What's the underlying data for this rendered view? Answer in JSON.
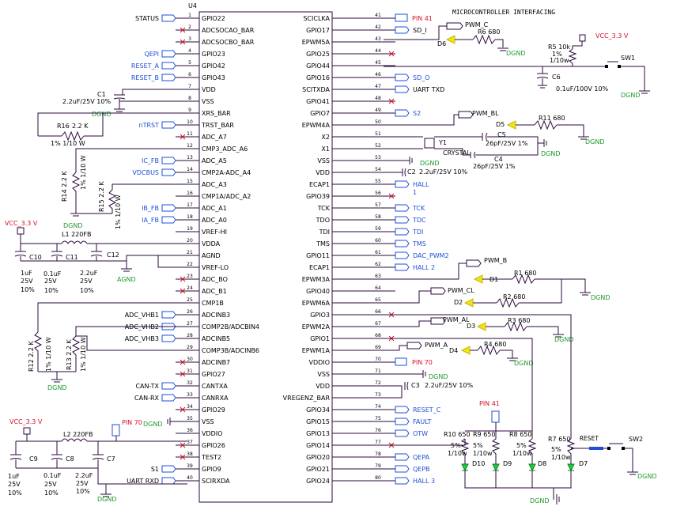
{
  "title": "MICROCONTROLLER INTERFACING",
  "chip_ref": "U4",
  "left_pins": [
    {
      "n": "1",
      "name": "GPIO22"
    },
    {
      "n": "2",
      "name": "ADCSOCAO_BAR"
    },
    {
      "n": "3",
      "name": "ADCSOCBO_BAR"
    },
    {
      "n": "4",
      "name": "GPIO23"
    },
    {
      "n": "5",
      "name": "GPIO42"
    },
    {
      "n": "6",
      "name": "GPIO43"
    },
    {
      "n": "7",
      "name": "VDD"
    },
    {
      "n": "8",
      "name": "VSS"
    },
    {
      "n": "9",
      "name": "XRS_BAR"
    },
    {
      "n": "10",
      "name": "TRST_BAR"
    },
    {
      "n": "11",
      "name": "ADC_A7"
    },
    {
      "n": "12",
      "name": "CMP3_ADC_A6"
    },
    {
      "n": "13",
      "name": "ADC_A5"
    },
    {
      "n": "14",
      "name": "CMP2A-ADC_A4"
    },
    {
      "n": "15",
      "name": "ADC_A3"
    },
    {
      "n": "16",
      "name": "CMP1A/ADC_A2"
    },
    {
      "n": "17",
      "name": "ADC_A1"
    },
    {
      "n": "18",
      "name": "ADC_A0"
    },
    {
      "n": "19",
      "name": "VREF-HI"
    },
    {
      "n": "20",
      "name": "VDDA"
    },
    {
      "n": "21",
      "name": "AGND"
    },
    {
      "n": "22",
      "name": "VREF-LO"
    },
    {
      "n": "23",
      "name": "ADC_BO"
    },
    {
      "n": "24",
      "name": "ADC_B1"
    },
    {
      "n": "25",
      "name": "CMP1B"
    },
    {
      "n": "26",
      "name": "ADCINB3"
    },
    {
      "n": "27",
      "name": "COMP2B/ADCBIN4"
    },
    {
      "n": "28",
      "name": "ADCINB5"
    },
    {
      "n": "29",
      "name": "COMP3B/ADCINB6"
    },
    {
      "n": "30",
      "name": "ADCINB7"
    },
    {
      "n": "31",
      "name": "GPIO27"
    },
    {
      "n": "32",
      "name": "CANTXA"
    },
    {
      "n": "33",
      "name": "CANRXA"
    },
    {
      "n": "34",
      "name": "GPIO29"
    },
    {
      "n": "35",
      "name": "VSS"
    },
    {
      "n": "36",
      "name": "VDDIO"
    },
    {
      "n": "37",
      "name": "GPIO26"
    },
    {
      "n": "38",
      "name": "TEST2"
    },
    {
      "n": "39",
      "name": "GPIO9"
    },
    {
      "n": "40",
      "name": "SCIRXDA"
    }
  ],
  "right_pins": [
    {
      "n": "41",
      "name": "SCICLKA"
    },
    {
      "n": "42",
      "name": "GPIO17"
    },
    {
      "n": "43",
      "name": "EPWM5A"
    },
    {
      "n": "44",
      "name": "GPIO25"
    },
    {
      "n": "45",
      "name": "GPIO44"
    },
    {
      "n": "46",
      "name": "GPIO16"
    },
    {
      "n": "47",
      "name": "SCITXDA"
    },
    {
      "n": "48",
      "name": "GPIO41"
    },
    {
      "n": "49",
      "name": "GPIO7"
    },
    {
      "n": "50",
      "name": "EPWM4A"
    },
    {
      "n": "51",
      "name": "X2"
    },
    {
      "n": "52",
      "name": "X1"
    },
    {
      "n": "53",
      "name": "VSS"
    },
    {
      "n": "54",
      "name": "VDD"
    },
    {
      "n": "55",
      "name": "ECAP1"
    },
    {
      "n": "56",
      "name": "GPIO39"
    },
    {
      "n": "57",
      "name": "TCK"
    },
    {
      "n": "58",
      "name": "TDO"
    },
    {
      "n": "59",
      "name": "TDI"
    },
    {
      "n": "60",
      "name": "TMS"
    },
    {
      "n": "61",
      "name": "GPIO11"
    },
    {
      "n": "62",
      "name": "ECAP1"
    },
    {
      "n": "63",
      "name": "EPWM3A"
    },
    {
      "n": "64",
      "name": "GPIO40"
    },
    {
      "n": "65",
      "name": "EPWM6A"
    },
    {
      "n": "66",
      "name": "GPIO3"
    },
    {
      "n": "67",
      "name": "EPWM2A"
    },
    {
      "n": "68",
      "name": "GPIO1"
    },
    {
      "n": "69",
      "name": "EPWM1A"
    },
    {
      "n": "70",
      "name": "VDDIO"
    },
    {
      "n": "71",
      "name": "VSS"
    },
    {
      "n": "72",
      "name": "VDD"
    },
    {
      "n": "73",
      "name": "VREGENZ_BAR"
    },
    {
      "n": "74",
      "name": "GPIO34"
    },
    {
      "n": "75",
      "name": "GPIO15"
    },
    {
      "n": "76",
      "name": "GPIO13"
    },
    {
      "n": "77",
      "name": "GPIO14"
    },
    {
      "n": "78",
      "name": "GPIO20"
    },
    {
      "n": "79",
      "name": "GPIO21"
    },
    {
      "n": "80",
      "name": "GPIO24"
    }
  ],
  "left_nets": [
    {
      "pin": "1",
      "label": "STATUS",
      "color": "black"
    },
    {
      "pin": "4",
      "label": "QEPI",
      "color": "blue"
    },
    {
      "pin": "5",
      "label": "RESET_A",
      "color": "blue"
    },
    {
      "pin": "6",
      "label": "RESET_B",
      "color": "blue"
    },
    {
      "pin": "10",
      "label": "nTRST",
      "color": "blue"
    },
    {
      "pin": "13",
      "label": "IC_FB",
      "color": "blue"
    },
    {
      "pin": "14",
      "label": "VDCBUS",
      "color": "blue"
    },
    {
      "pin": "17",
      "label": "IB_FB",
      "color": "blue"
    },
    {
      "pin": "18",
      "label": "IA_FB",
      "color": "blue"
    },
    {
      "pin": "26",
      "label": "ADC_VHB1",
      "color": "black"
    },
    {
      "pin": "27",
      "label": "ADC_VHB2",
      "color": "black"
    },
    {
      "pin": "28",
      "label": "ADC_VHB3",
      "color": "black"
    },
    {
      "pin": "32",
      "label": "CAN-TX",
      "color": "black"
    },
    {
      "pin": "33",
      "label": "CAN-RX",
      "color": "black"
    },
    {
      "pin": "39",
      "label": "S1",
      "color": "black"
    },
    {
      "pin": "40",
      "label": "UART RXD",
      "color": "black"
    }
  ],
  "right_nets": [
    {
      "pin": "42",
      "label": "SD_I",
      "color": "black"
    },
    {
      "pin": "46",
      "label": "SD_O",
      "color": "blue"
    },
    {
      "pin": "47",
      "label": "UART TXD",
      "color": "black"
    },
    {
      "pin": "49",
      "label": "S2",
      "color": "blue"
    },
    {
      "pin": "55",
      "label": "HALL 1",
      "color": "blue"
    },
    {
      "pin": "57",
      "label": "TCK",
      "color": "blue"
    },
    {
      "pin": "58",
      "label": "TDC",
      "color": "blue"
    },
    {
      "pin": "59",
      "label": "TDI",
      "color": "blue"
    },
    {
      "pin": "60",
      "label": "TMS",
      "color": "blue"
    },
    {
      "pin": "61",
      "label": "DAC_PWM2",
      "color": "blue"
    },
    {
      "pin": "62",
      "label": "HALL 2",
      "color": "blue"
    },
    {
      "pin": "74",
      "label": "RESET_C",
      "color": "blue"
    },
    {
      "pin": "75",
      "label": "FAULT",
      "color": "blue"
    },
    {
      "pin": "76",
      "label": "OTW",
      "color": "blue"
    },
    {
      "pin": "78",
      "label": "QEPA",
      "color": "blue"
    },
    {
      "pin": "79",
      "label": "QEPB",
      "color": "blue"
    },
    {
      "pin": "80",
      "label": "HALL 3",
      "color": "blue"
    }
  ],
  "labels": {
    "pin41": "PIN 41",
    "pin70": "PIN 70",
    "pwm_c": "PWM_C",
    "pwm_bl": "PWM_BL",
    "pwm_b": "PWM_B",
    "pwm_cl": "PWM_CL",
    "pwm_al": "PWM_AL",
    "pwm_a": "PWM_A",
    "vcc33": "VCC_3.3 V",
    "dgnd": "DGND",
    "agnd": "AGND",
    "d6": "D6",
    "r6": "R6 680",
    "r5": "R5 10k",
    "r5_tol": "1%",
    "r5_pow": "1/10w",
    "sw1": "SW1",
    "c6": "C6",
    "c6_val": "0.1uF/100V 10%",
    "c1": "C1",
    "c1_val": "2.2uF/25V 10%",
    "r16": "R16",
    "r16_val": "2.2 K",
    "r16_tol": "1% 1/10 W",
    "d5": "D5",
    "r11": "R11 680",
    "y1": "Y1",
    "crystal": "CRYSTAL",
    "c5": "C5",
    "c5_val": "26pF/25V 1%",
    "c4": "C4",
    "c4_val": "26pF/25V 1%",
    "c2": "C2",
    "c2_val": "2.2uF/25V 10%",
    "r14": "R14 2.2 K",
    "r14_tol": "1% 1/10 W",
    "r15": "R15 2.2 K",
    "r15_tol": "1% 1/10 W",
    "l1": "L1 220FB",
    "c10": "C10",
    "c11": "C11",
    "c12": "C12",
    "cap_1u": "1uF",
    "cap_01u": "0.1uF",
    "cap_22u": "2.2uF",
    "v25": "25V",
    "p10": "10%",
    "d1": "D1",
    "r1": "R1 680",
    "d2": "D2",
    "r2": "R2 680",
    "d3": "D3",
    "r3": "R3 680",
    "d4": "D4",
    "r4": "R4 680",
    "r12": "R12 2.2 K",
    "r12_tol": "1% 1/10 W",
    "r13": "R13 2.2 K",
    "r13_tol": "1% 1/10 W",
    "c3": "C3",
    "c3_val": "2.2uF/25V 10%",
    "l2": "L2 220FB",
    "c9": "C9",
    "c8": "C8",
    "c7": "C7",
    "r10": "R10 650",
    "r9": "R9 650",
    "r8": "R8 650",
    "r7": "R7 650",
    "pct5": "5%",
    "w110": "1/10w",
    "d10": "D10",
    "d9": "D9",
    "d8": "D8",
    "d7": "D7",
    "reset": "RESET",
    "sw2": "SW2"
  }
}
